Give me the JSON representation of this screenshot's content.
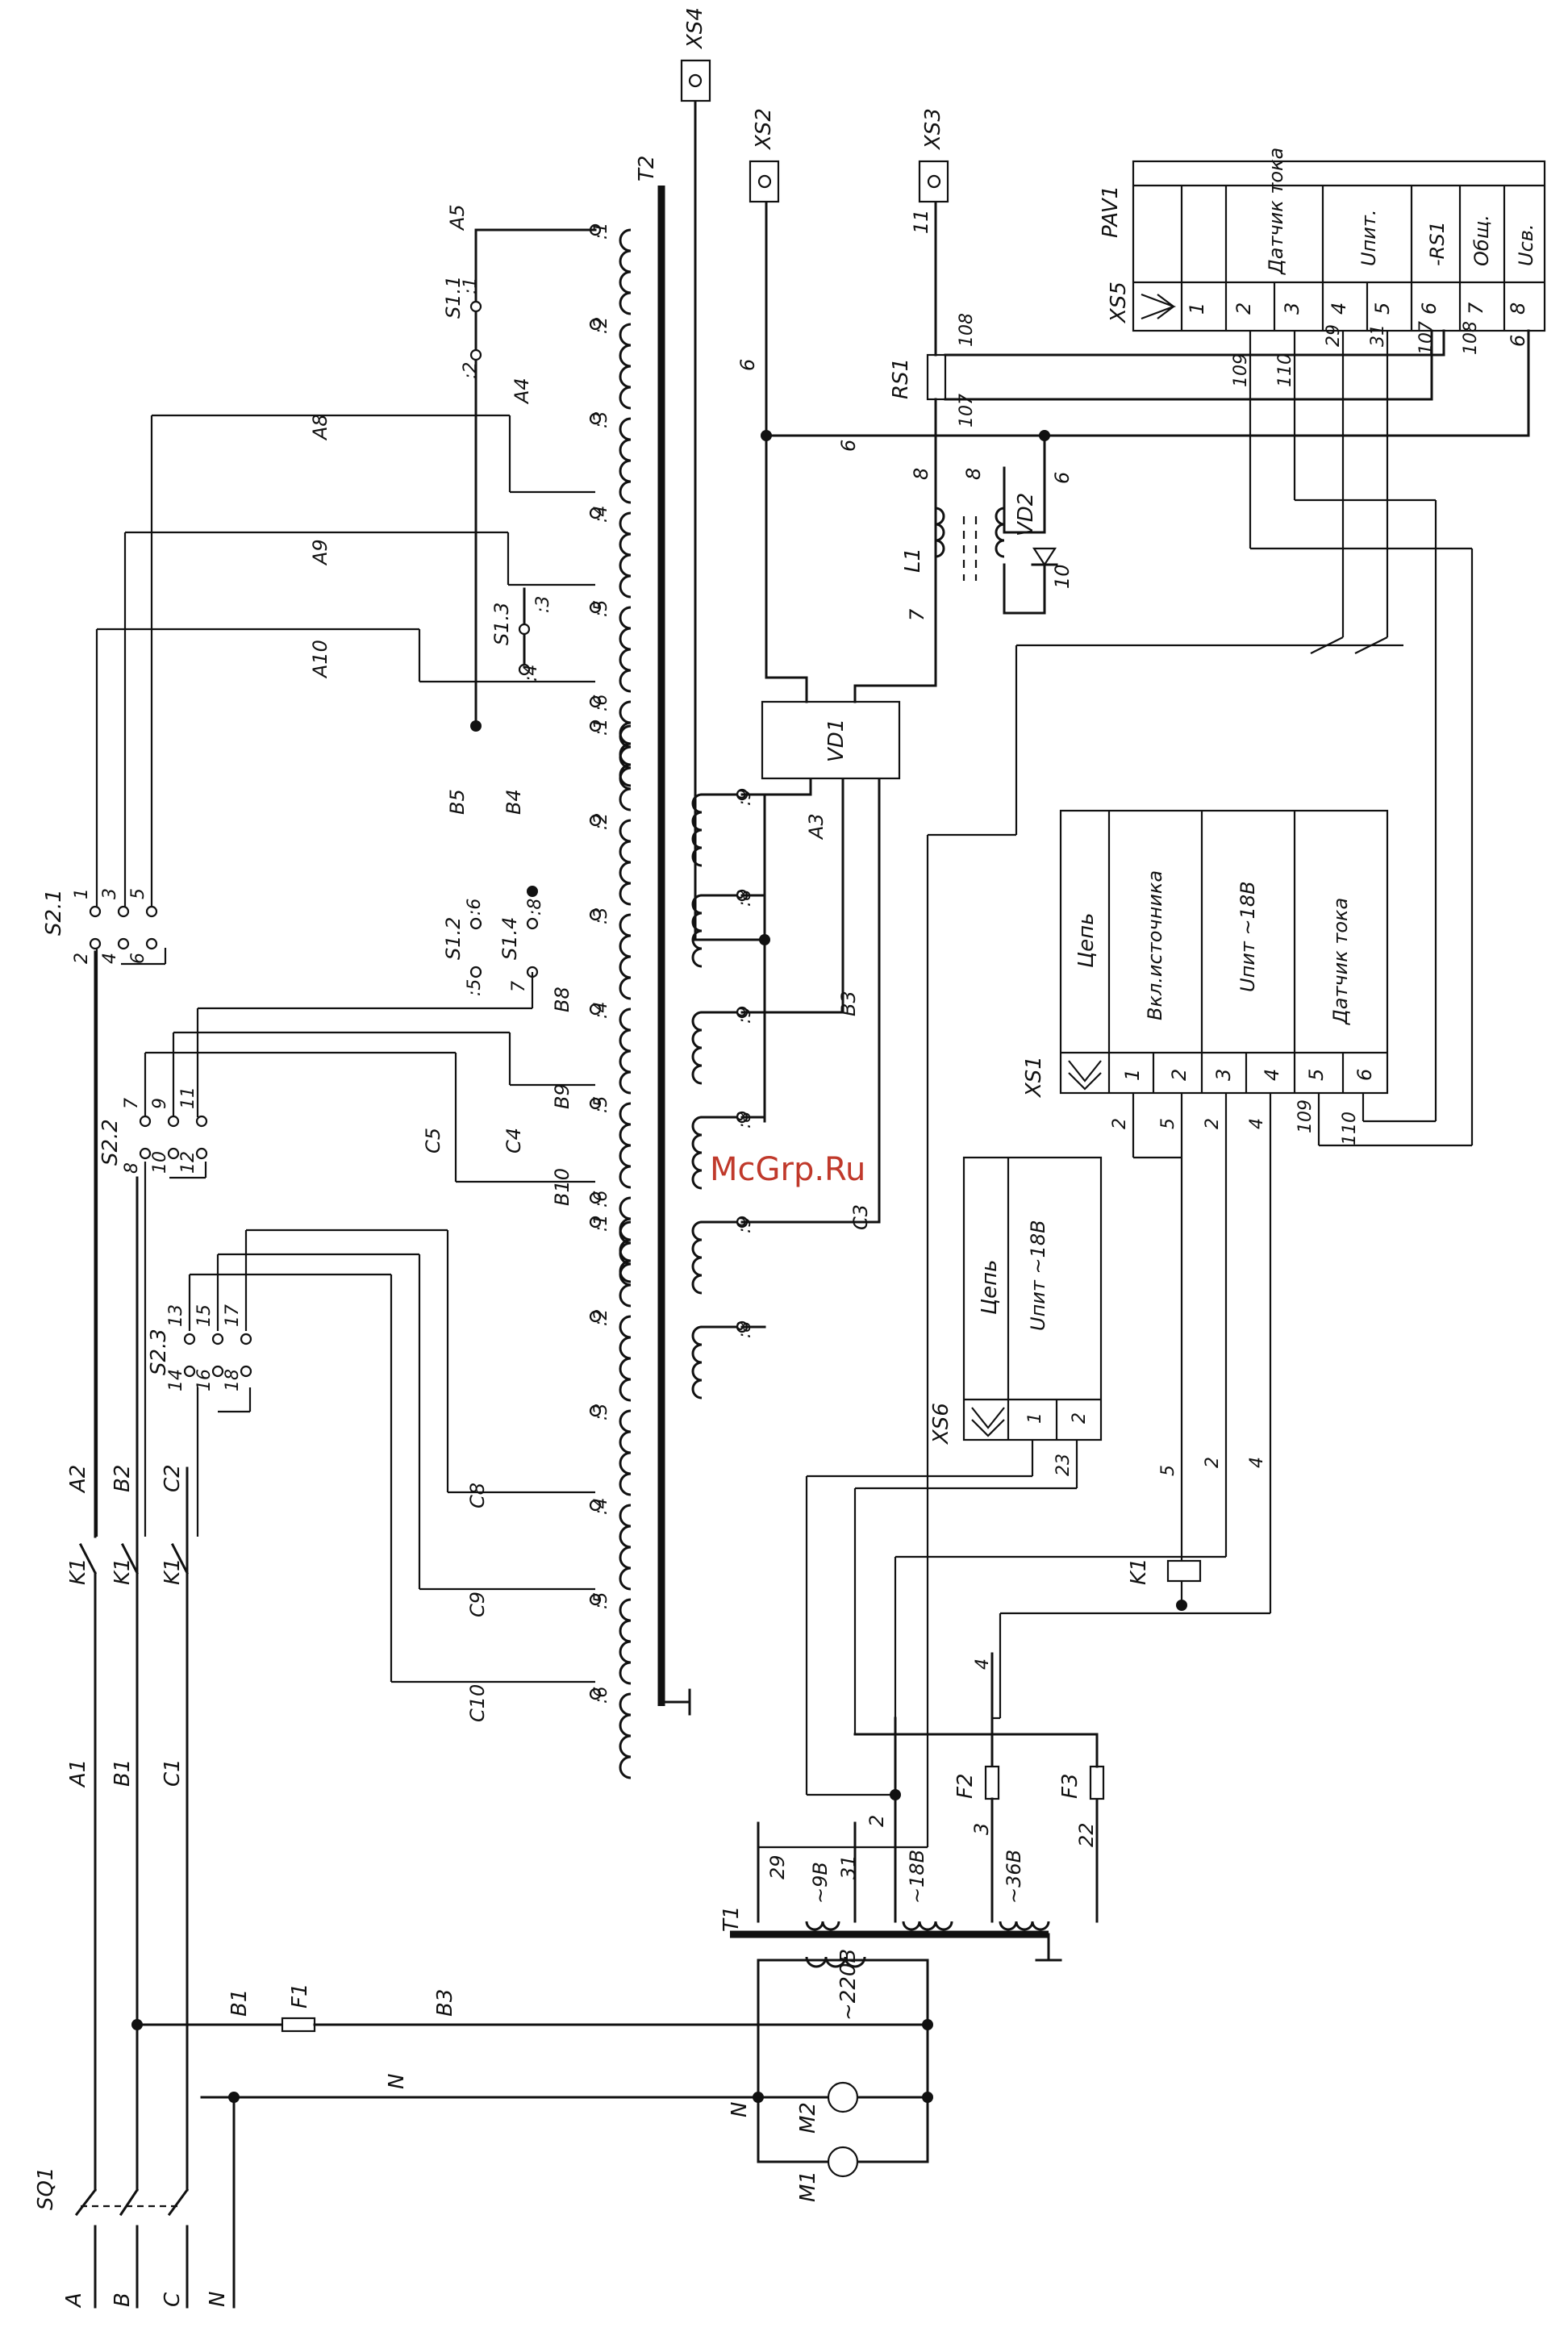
{
  "watermark": "McGrp.Ru",
  "phases": {
    "a": "A",
    "b": "B",
    "c": "C",
    "n": "N"
  },
  "main_switch": "SQ1",
  "contactor": {
    "k1_label": "K1",
    "coil": "K1"
  },
  "wire_labels": {
    "a1": "A1",
    "b1": "B1",
    "c1": "C1",
    "a2": "A2",
    "b2": "B2",
    "c2": "C2",
    "a3": "A3",
    "b3": "B3",
    "c3": "C3",
    "b3_feed": "B3",
    "n_feed": "N",
    "n_motor": "N",
    "a4": "A4",
    "a5": "A5",
    "a8": "A8",
    "a9": "A9",
    "a10": "A10",
    "b4": "B4",
    "b5": "B5",
    "b8": "B8",
    "b9": "B9",
    "b10": "B10",
    "c4": "C4",
    "c5": "C5",
    "c8": "C8",
    "c9": "C9",
    "c10": "C10",
    "w6a": "6",
    "w6b": "6",
    "w6c": "6",
    "w6d": "6",
    "w7": "7",
    "w8a": "8",
    "w8b": "8",
    "w10": "10",
    "w11": "11",
    "w107": "107",
    "w108": "108",
    "w108b": "108",
    "w109": "109",
    "w110": "110",
    "w107b": "107",
    "w29": "29",
    "w31": "31",
    "w29b": "29",
    "w31b": "31",
    "w2a": "2",
    "w2b": "2",
    "w2c": "2",
    "w2d": "2",
    "w3": "3",
    "w4a": "4",
    "w4b": "4",
    "w4c": "4",
    "w5a": "5",
    "w5b": "5",
    "w22": "22",
    "w23": "23",
    "w109b": "109",
    "w110b": "110"
  },
  "devices": {
    "t1": "T1",
    "t2": "T2",
    "vd1": "VD1",
    "vd2": "VD2",
    "l1": "L1",
    "rs1": "RS1",
    "f1": "F1",
    "f2": "F2",
    "f3": "F3",
    "m1": "M1",
    "m2": "M2",
    "xs1": "XS1",
    "xs2": "XS2",
    "xs3": "XS3",
    "xs4": "XS4",
    "xs5": "XS5",
    "xs6": "XS6",
    "pav1": "PAV1"
  },
  "voltages": {
    "v220": "~220В",
    "v9": "~9В",
    "v18": "~18В",
    "v36": "~36В"
  },
  "switch_labels": {
    "s11": "S1.1",
    "s12": "S1.2",
    "s13": "S1.3",
    "s14": "S1.4",
    "s21": "S2.1",
    "s22": "S2.2",
    "s23": "S2.3",
    "s11_1": ":1",
    "s11_2": ":2",
    "s12_5": ":5",
    "s12_6": ":6",
    "s13_3": ":3",
    "s13_4": ":4",
    "s14_7": "7",
    "s14_8": ":8"
  },
  "s2_contacts": {
    "s21": [
      "2",
      "1",
      "3",
      "5",
      "4",
      "6"
    ],
    "s22": [
      "8",
      "7",
      "9",
      "11",
      "10",
      "12"
    ],
    "s23": [
      "14",
      "13",
      "15",
      "17",
      "16",
      "18"
    ]
  },
  "tap_labels": [
    ":1",
    ":2",
    ":3",
    ":4",
    ":5",
    ":6"
  ],
  "sec_taps": [
    ":8",
    ":9"
  ],
  "xs5_table": {
    "pins": [
      "1",
      "2",
      "3",
      "4",
      "5",
      "6",
      "7",
      "8"
    ],
    "names": [
      "Датчик\nтока",
      "Uпит.",
      "-RS1",
      "Общ.",
      "Uсв."
    ]
  },
  "xs1_table": {
    "header": "Цепь",
    "names": [
      "Вкл.источника",
      "Uпит\n~18В",
      "Датчик тока"
    ],
    "pins": [
      "1",
      "2",
      "3",
      "4",
      "5",
      "6"
    ]
  },
  "xs6_table": {
    "header": "Цепь",
    "name": "Uпит\n~18В",
    "pins": [
      "1",
      "2"
    ]
  }
}
